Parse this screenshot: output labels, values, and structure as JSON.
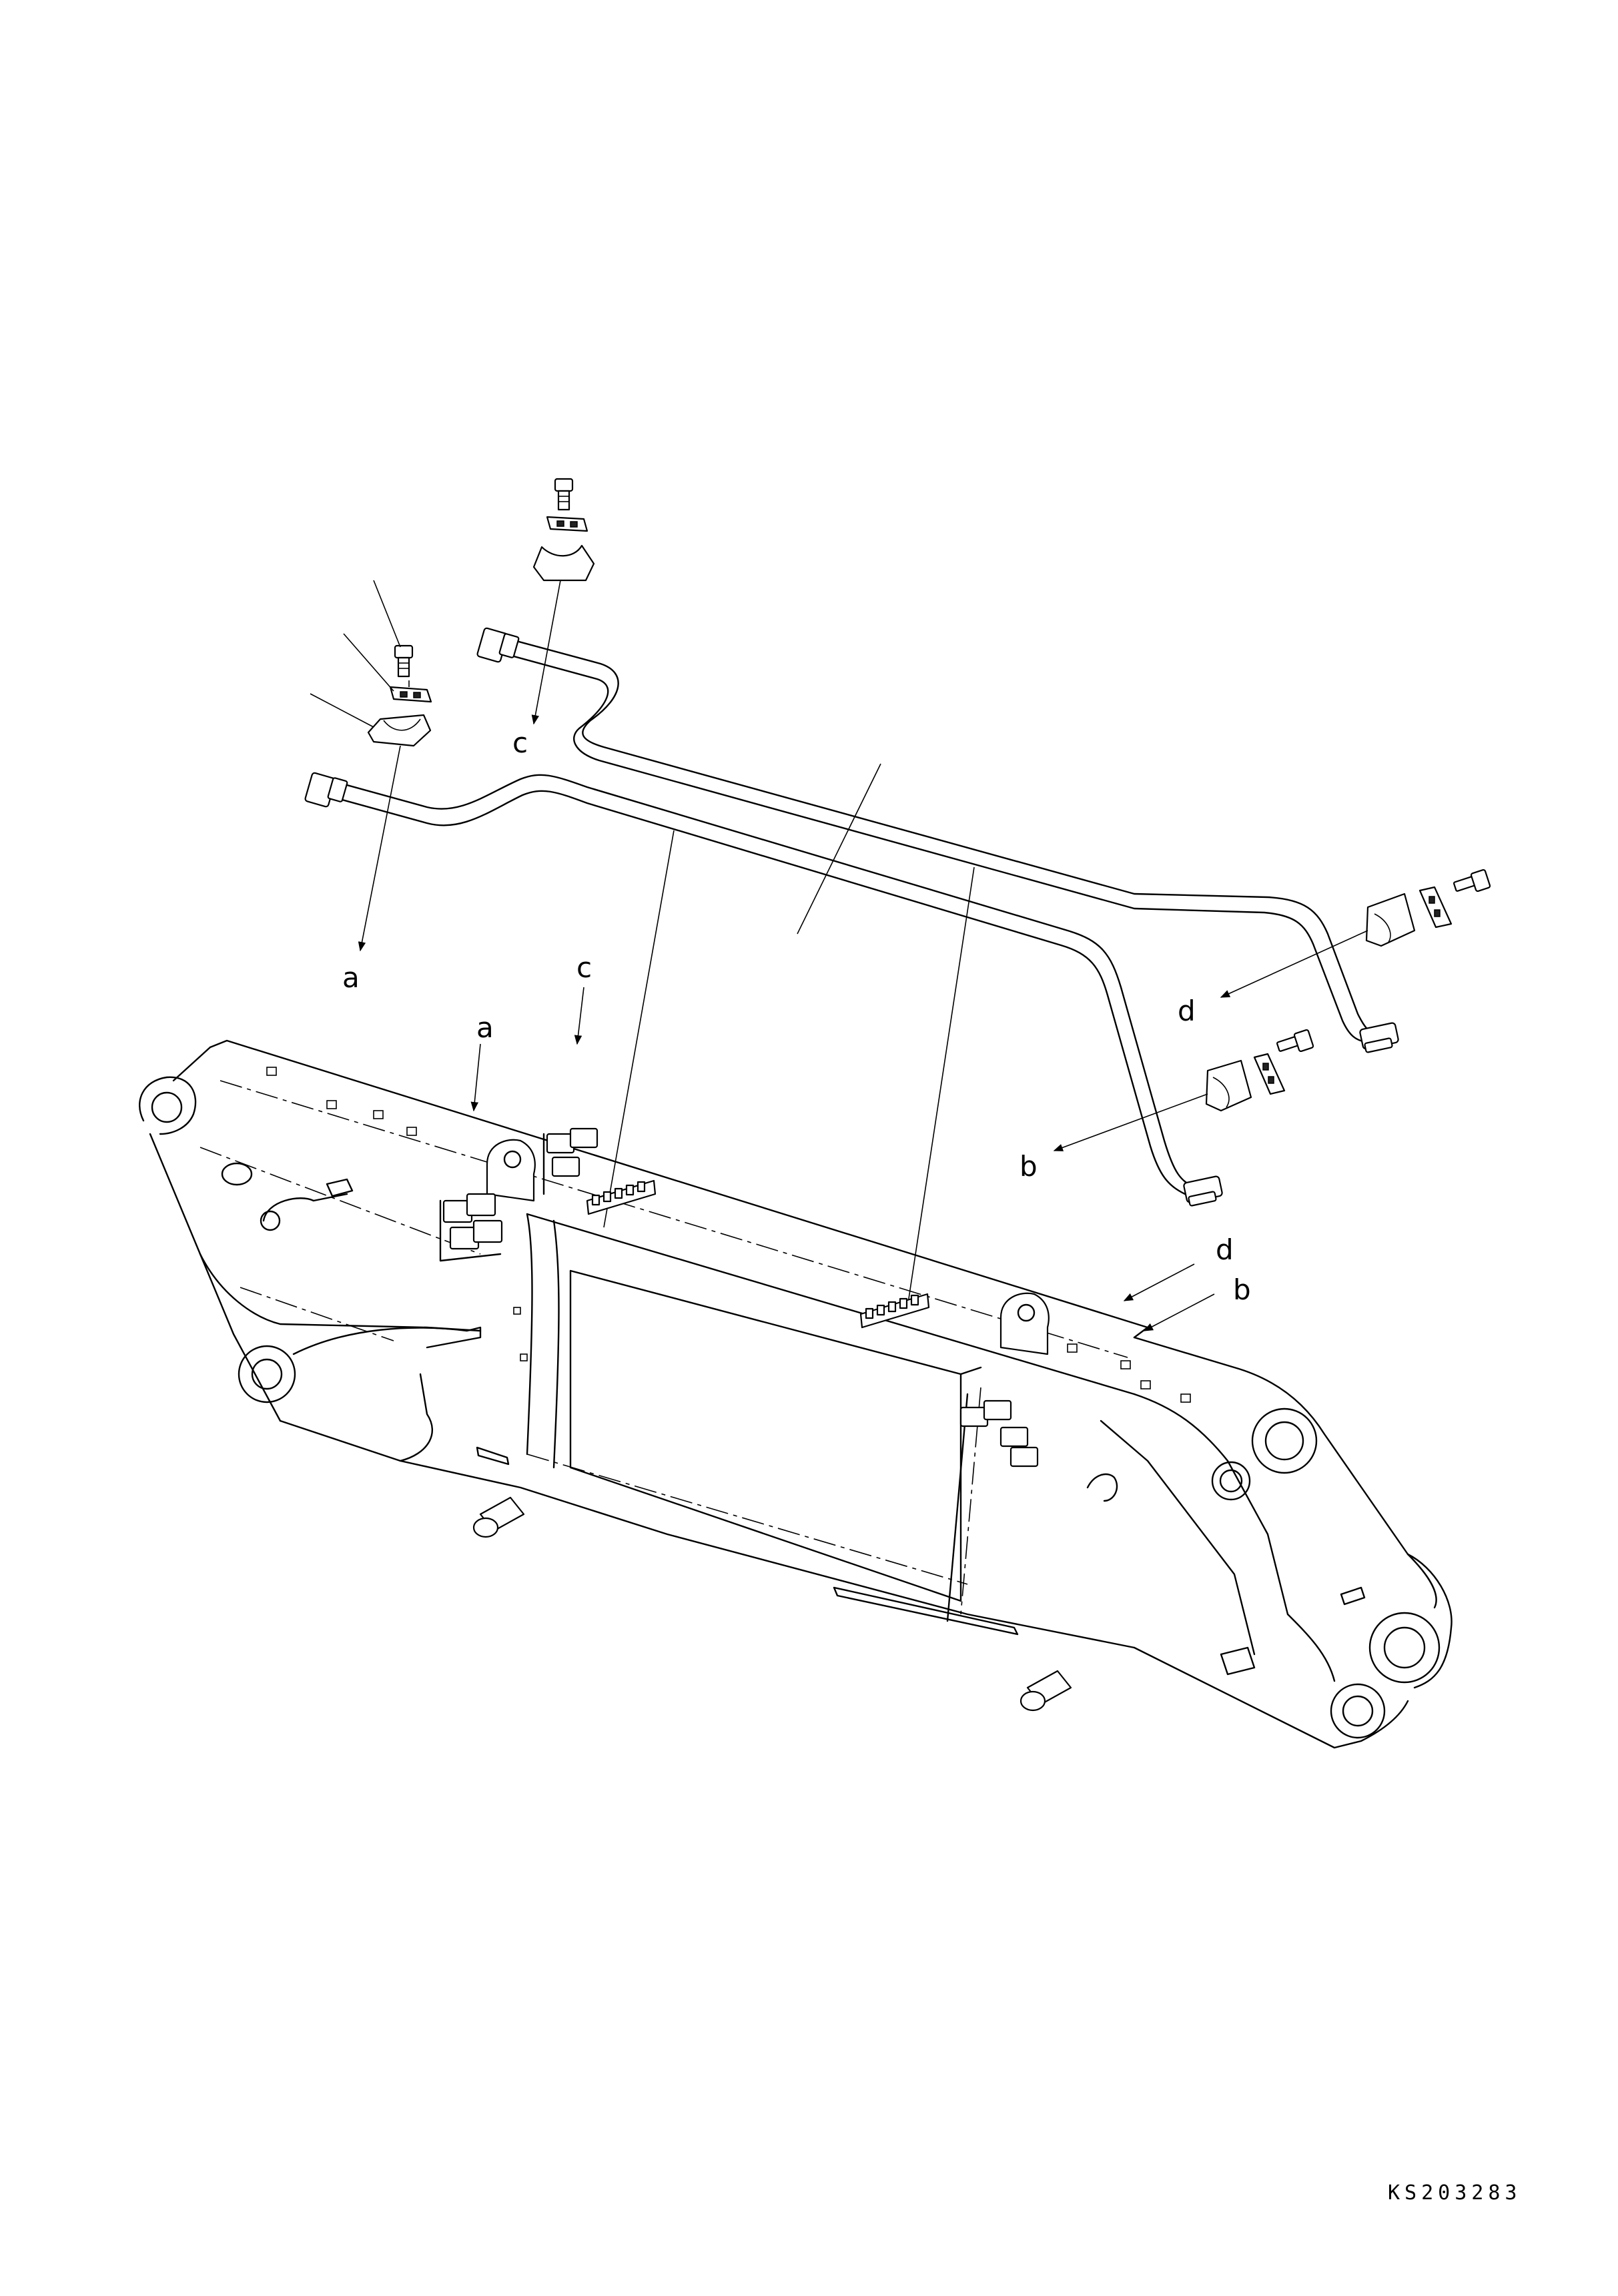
{
  "diagram": {
    "drawing_code": "KS203283",
    "callouts": {
      "a": "a",
      "b": "b",
      "c": "c",
      "d": "d"
    }
  }
}
